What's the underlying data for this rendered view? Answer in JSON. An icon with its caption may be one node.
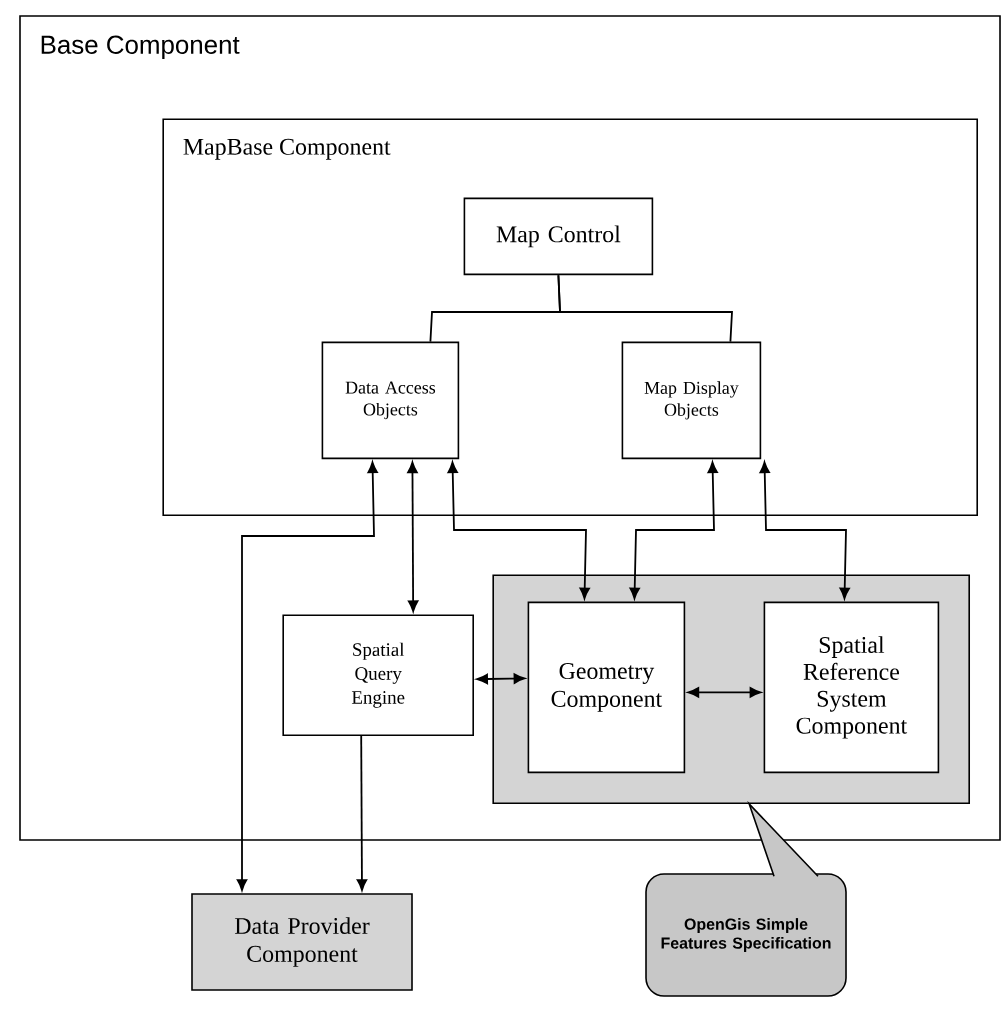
{
  "diagram": {
    "nodes": [
      {
        "text": [
          "Base Component"
        ]
      },
      {
        "text": [
          "MapBase Component"
        ],
        "in": 0
      },
      {
        "text": [
          "Map Control"
        ],
        "in": 1
      },
      {
        "text": [
          "Data Access Objects"
        ],
        "in": 1
      },
      {
        "text": [
          "Map Display Objects"
        ],
        "in": 1
      },
      {
        "text": [
          "Spatial Query Engine"
        ],
        "in": 0
      },
      {
        "text": [],
        "shape": "box",
        "in": 0
      },
      {
        "text": [
          "Geometry Component"
        ],
        "in": 6
      },
      {
        "text": [
          "Spatial Reference System Component"
        ],
        "in": 6
      },
      {
        "text": [
          "Data Provider Component"
        ]
      },
      {
        "text": [
          "OpenGis Simple Features Specification"
        ]
      }
    ],
    "edges": [
      {
        "from": 2,
        "to": 3,
        "arrow": "none"
      },
      {
        "from": 2,
        "to": 4,
        "arrow": "none"
      },
      {
        "from": 3,
        "to": 9,
        "arrow": "both"
      },
      {
        "from": 3,
        "to": 5,
        "arrow": "both"
      },
      {
        "from": 3,
        "to": 7,
        "arrow": "both"
      },
      {
        "from": 4,
        "to": 7,
        "arrow": "both"
      },
      {
        "from": 4,
        "to": 8,
        "arrow": "both"
      },
      {
        "from": 5,
        "to": 7,
        "arrow": "both"
      },
      {
        "from": 7,
        "to": 8,
        "arrow": "both"
      },
      {
        "from": 5,
        "to": 9,
        "arrow": "to"
      },
      {
        "from": 10,
        "to": 6,
        "arrow": "to"
      }
    ]
  }
}
